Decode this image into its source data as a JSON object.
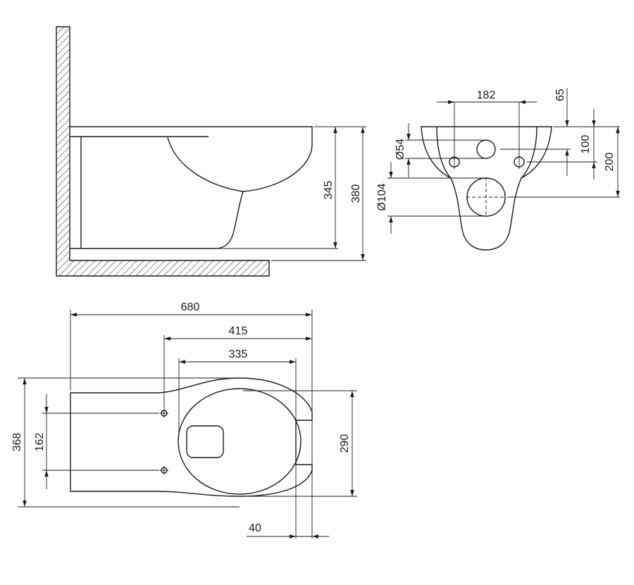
{
  "side_view": {
    "dim_345": "345",
    "dim_380": "380"
  },
  "front_view": {
    "dim_182": "182",
    "dim_65": "65",
    "dim_100": "100",
    "dim_200": "200",
    "dim_d54": "Ø54",
    "dim_d104": "Ø104"
  },
  "top_view": {
    "dim_680": "680",
    "dim_415": "415",
    "dim_335": "335",
    "dim_368": "368",
    "dim_162": "162",
    "dim_290": "290",
    "dim_40": "40"
  }
}
